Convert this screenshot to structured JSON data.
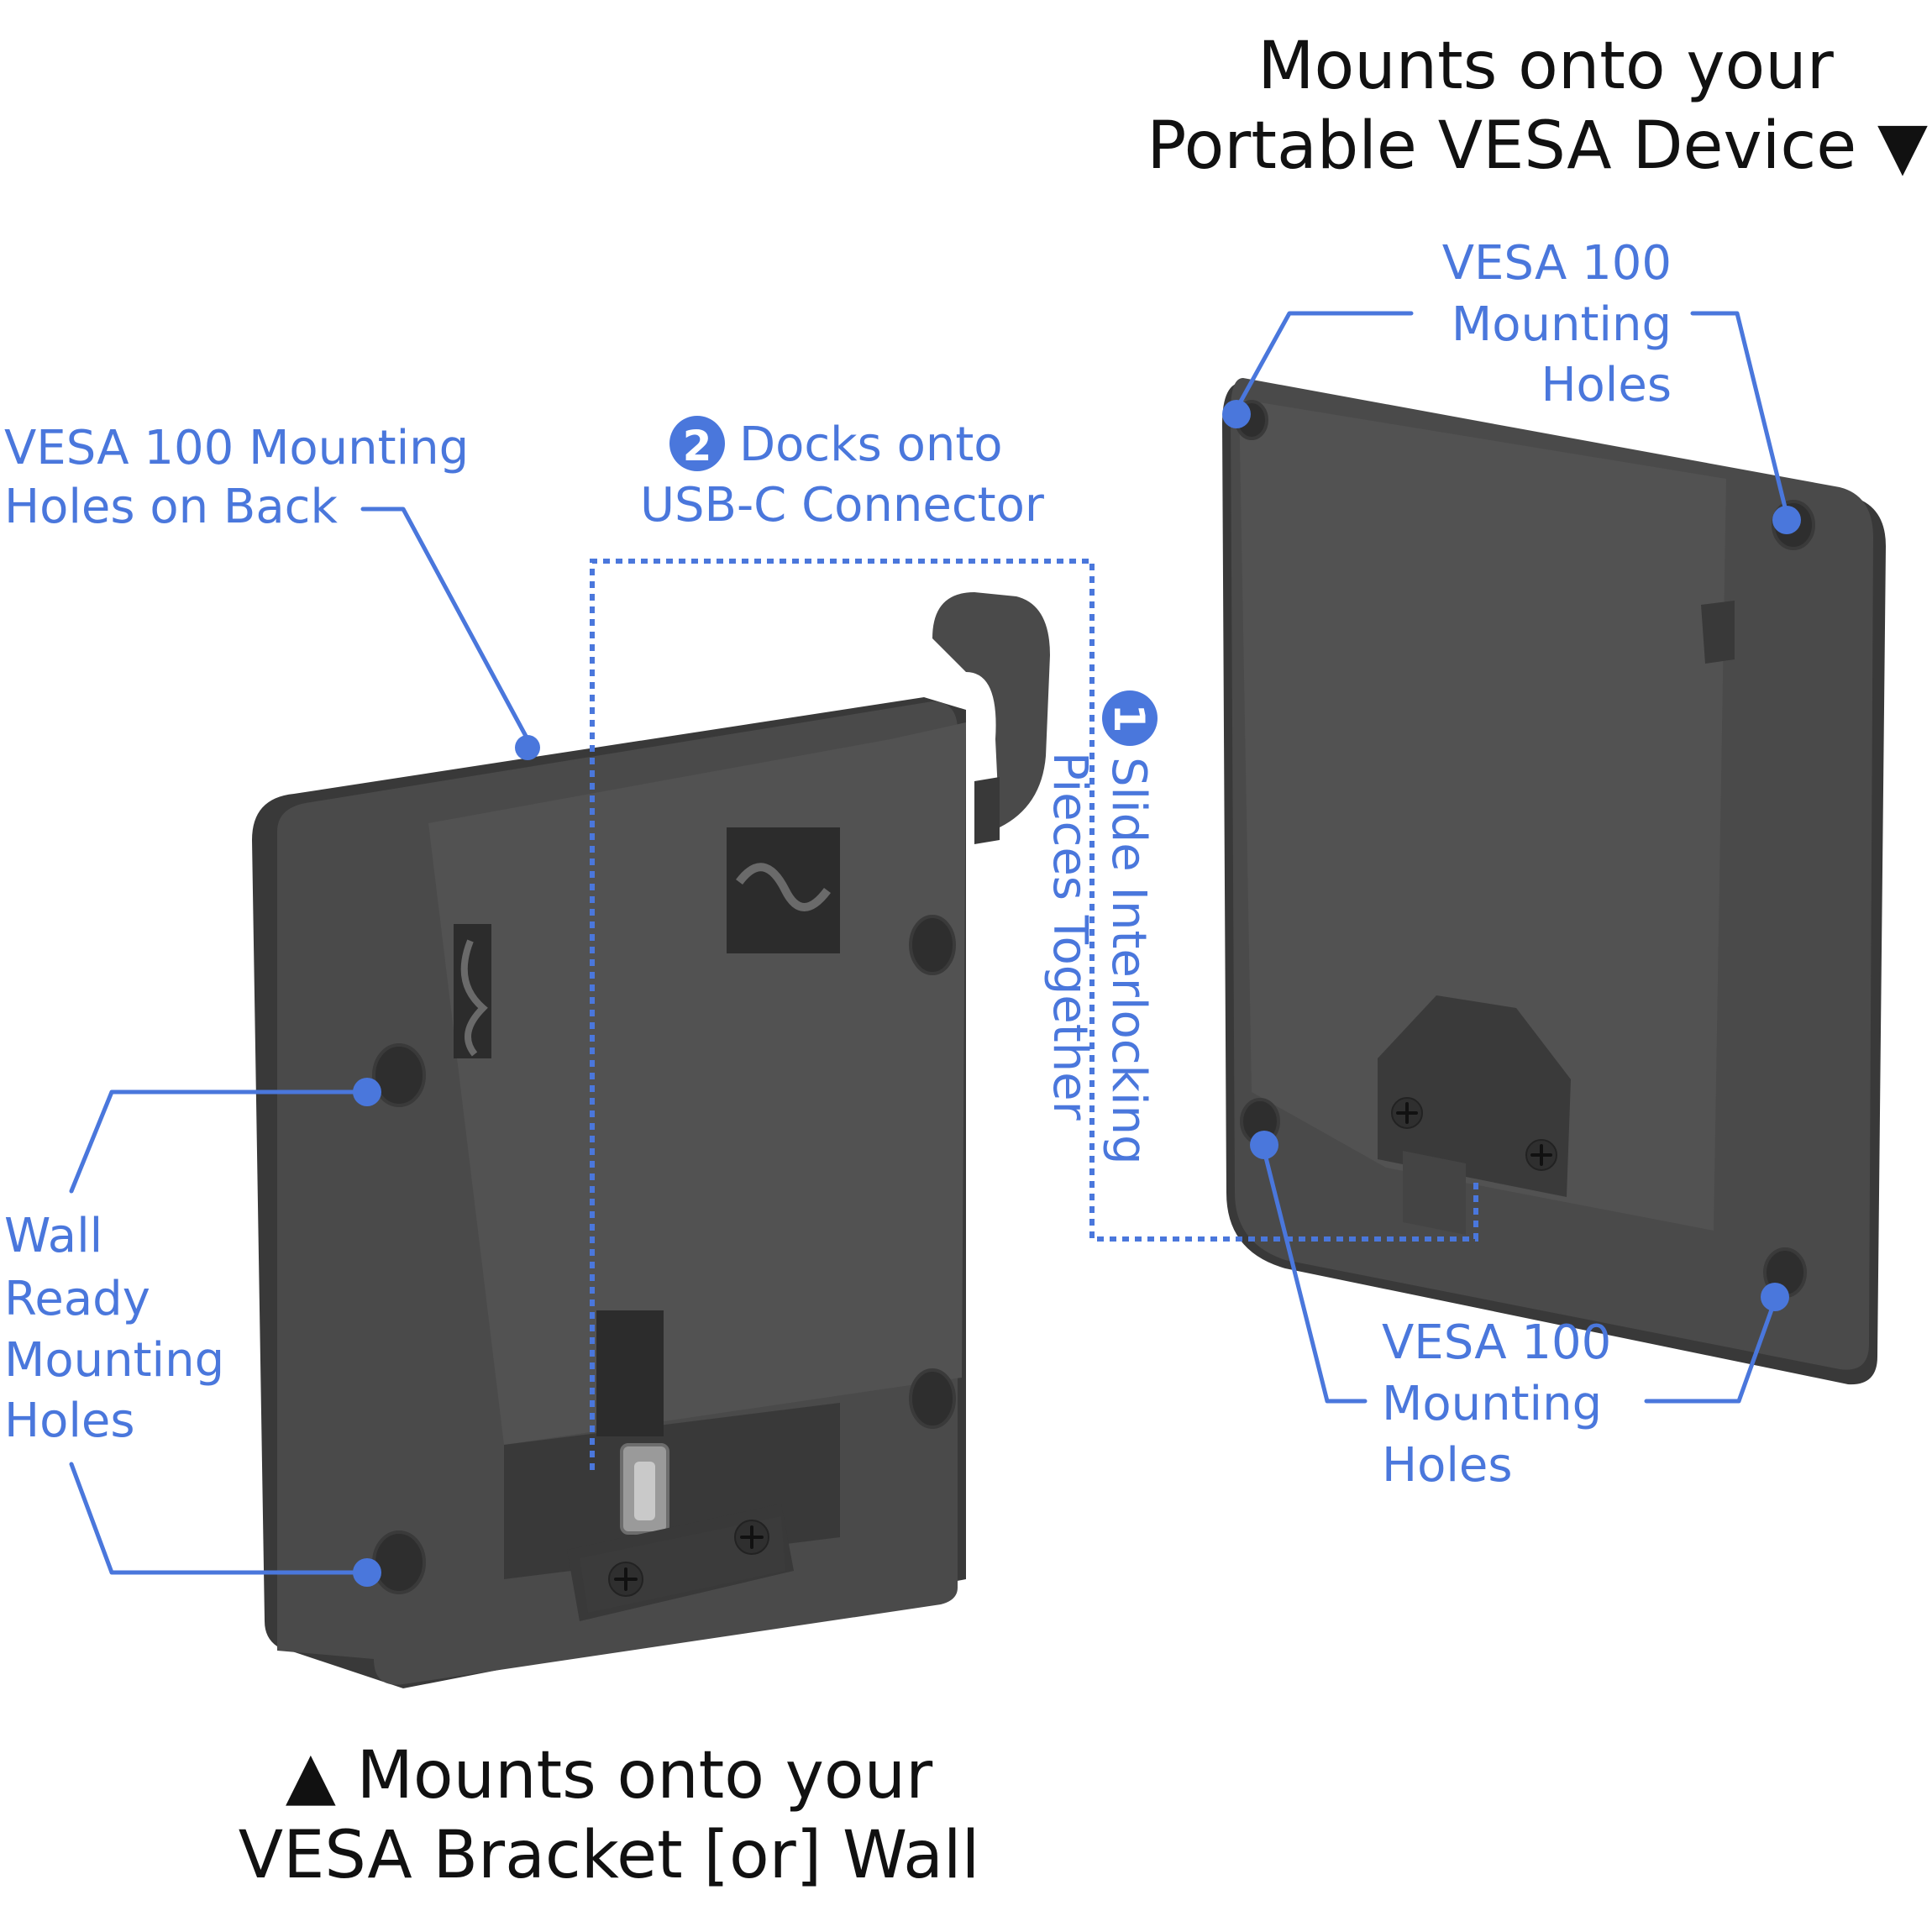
{
  "headings": {
    "top_line1": "Mounts onto your",
    "top_line2": "Portable VESA Device ▼",
    "bottom_line1": "▲ Mounts onto your",
    "bottom_line2": "VESA Bracket [or] Wall"
  },
  "callouts": {
    "vesa_back_line1": "VESA 100 Mounting",
    "vesa_back_line2": "Holes on Back",
    "docks_badge": "2",
    "docks_line1": "Docks onto",
    "docks_line2": "USB-C Connector",
    "slide_badge": "1",
    "slide_line1": "Slide Interlocking",
    "slide_line2": "Pieces Together",
    "wall_line1": "Wall",
    "wall_line2": "Ready",
    "wall_line3": "Mounting",
    "wall_line4": "Holes",
    "vesa_top_line1": "VESA 100",
    "vesa_top_line2": "Mounting",
    "vesa_top_line3": "Holes",
    "vesa_bottom_line1": "VESA 100",
    "vesa_bottom_line2": "Mounting",
    "vesa_bottom_line3": "Holes"
  },
  "colors": {
    "accent": "#4a77dc",
    "heading": "#111111",
    "plastic": "#4a4a4a"
  }
}
